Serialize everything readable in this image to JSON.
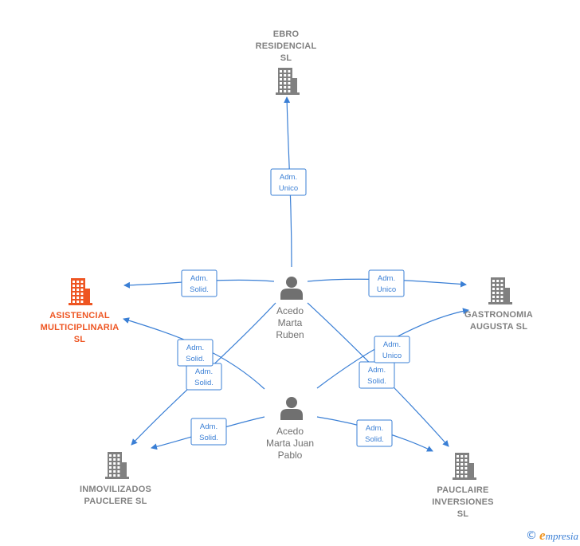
{
  "companies": {
    "ebro": {
      "lines": [
        "EBRO",
        "RESIDENCIAL",
        "SL"
      ],
      "icon": "building-icon"
    },
    "asistencial": {
      "lines": [
        "ASISTENCIAL",
        "MULTICIPLINARIA",
        "SL"
      ],
      "icon": "building-icon",
      "highlight": true
    },
    "gastronomia": {
      "lines": [
        "GASTRONOMIA",
        "AUGUSTA SL"
      ],
      "icon": "building-icon"
    },
    "inmovilizados": {
      "lines": [
        "INMOVILIZADOS",
        "PAUCLERE SL"
      ],
      "icon": "building-icon"
    },
    "pauclaire": {
      "lines": [
        "PAUCLAIRE",
        "INVERSIONES",
        "SL"
      ],
      "icon": "building-icon"
    }
  },
  "people": {
    "ruben": {
      "lines": [
        "Acedo",
        "Marta",
        "Ruben"
      ],
      "icon": "person-icon"
    },
    "juan_pablo": {
      "lines": [
        "Acedo",
        "Marta Juan",
        "Pablo"
      ],
      "icon": "person-icon"
    }
  },
  "relations": [
    {
      "from": "ruben",
      "to": "ebro",
      "label": [
        "Adm.",
        "Unico"
      ]
    },
    {
      "from": "ruben",
      "to": "asistencial",
      "label": [
        "Adm.",
        "Solid."
      ]
    },
    {
      "from": "ruben",
      "to": "gastronomia",
      "label": [
        "Adm.",
        "Unico"
      ]
    },
    {
      "from": "ruben",
      "to": "inmovilizados",
      "label": [
        "Adm.",
        "Solid."
      ]
    },
    {
      "from": "ruben",
      "to": "pauclaire",
      "label": [
        "Adm.",
        "Solid."
      ]
    },
    {
      "from": "juan_pablo",
      "to": "asistencial",
      "label": [
        "Adm.",
        "Solid."
      ]
    },
    {
      "from": "juan_pablo",
      "to": "gastronomia",
      "label": [
        "Adm.",
        "Unico"
      ]
    },
    {
      "from": "juan_pablo",
      "to": "inmovilizados",
      "label": [
        "Adm.",
        "Solid."
      ]
    },
    {
      "from": "juan_pablo",
      "to": "pauclaire",
      "label": [
        "Adm.",
        "Solid."
      ]
    }
  ],
  "colors": {
    "edge": "#3a7fd5",
    "node": "#808080",
    "highlight": "#ee5522",
    "brand_accent": "#f0941e"
  },
  "footer": {
    "copyright": "©",
    "brand_initial": "e",
    "brand_rest": "mpresia"
  }
}
